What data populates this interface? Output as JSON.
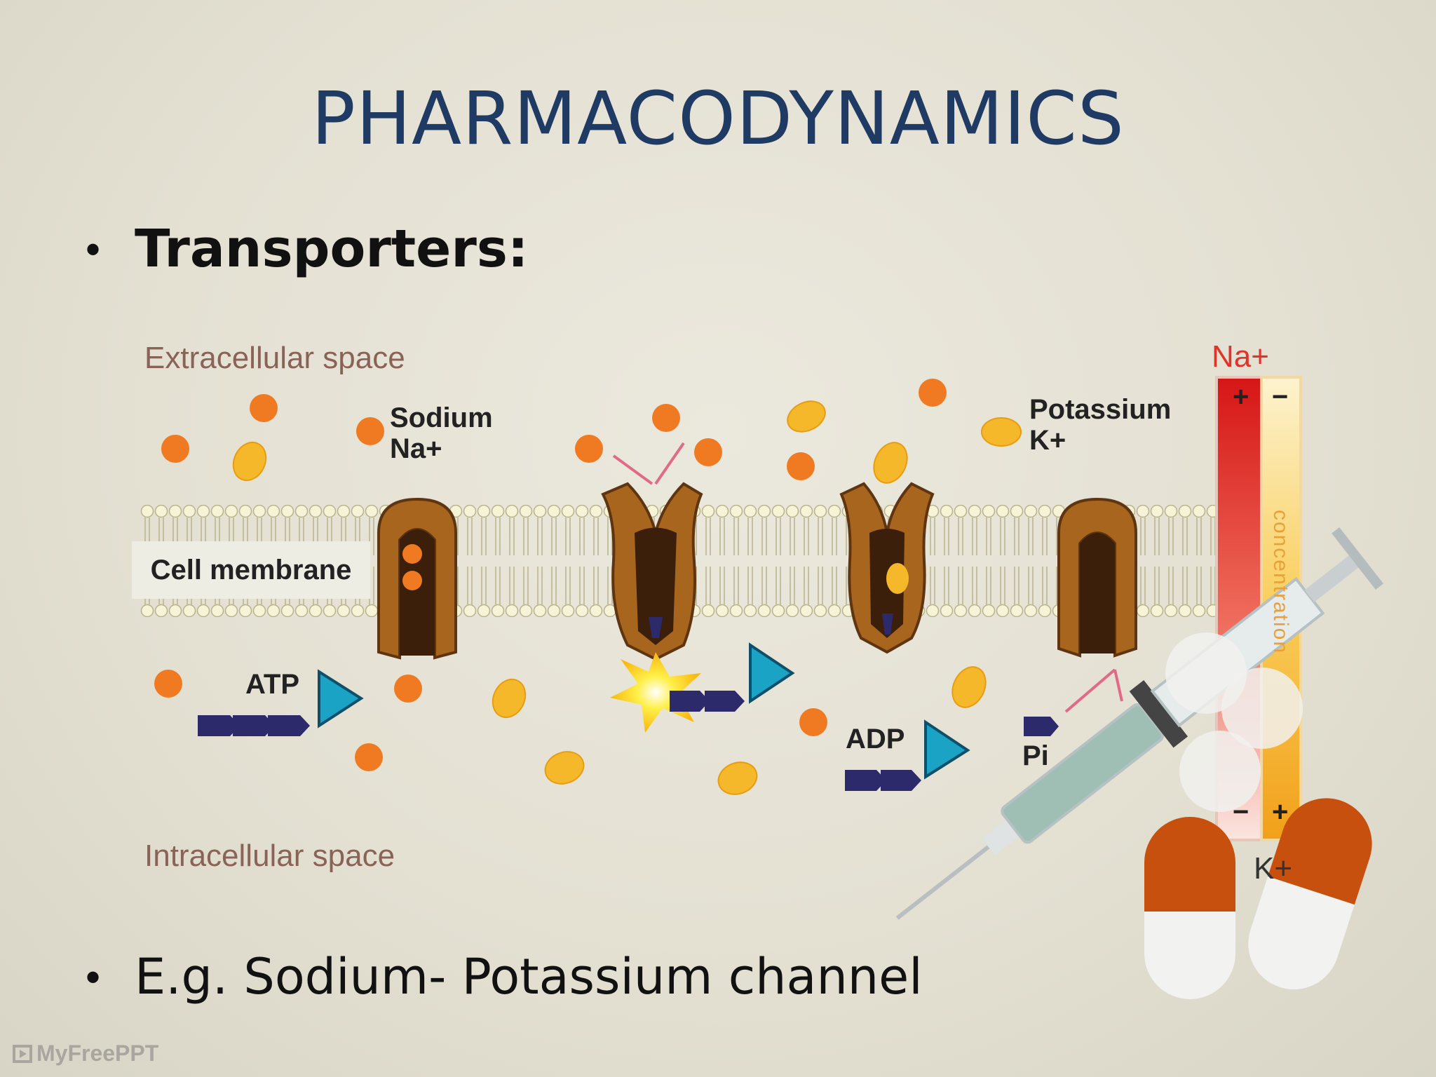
{
  "slide": {
    "title": "PHARMACODYNAMICS",
    "bullet_symbol": "•",
    "heading": "Transporters:",
    "example": "E.g. Sodium- Potassium channel",
    "watermark": "MyFreePPT"
  },
  "diagram": {
    "extracellular_label": "Extracellular space",
    "intracellular_label": "Intracellular space",
    "membrane_label": "Cell membrane",
    "sodium_label": "Sodium",
    "sodium_symbol": "Na+",
    "potassium_label": "Potassium",
    "potassium_symbol": "K+",
    "atp_label": "ATP",
    "adp_label": "ADP",
    "pi_label": "Pi",
    "gradient": {
      "top_label": "Na+",
      "bottom_label": "K+",
      "vertical_text": "concentration",
      "sign_top_left": "+",
      "sign_top_right": "−",
      "sign_bottom_left": "−",
      "sign_bottom_right": "+"
    },
    "colors": {
      "sodium_ion": "#f07a22",
      "potassium_ion": "#f5b82a",
      "protein": "#a8651e",
      "atp_blue": "#1ba3c6",
      "phosphate_navy": "#2c2a6b",
      "gradient_red": "#e4231b",
      "gradient_yellow": "#f4a51c",
      "title_blue": "#1f3a63"
    }
  }
}
